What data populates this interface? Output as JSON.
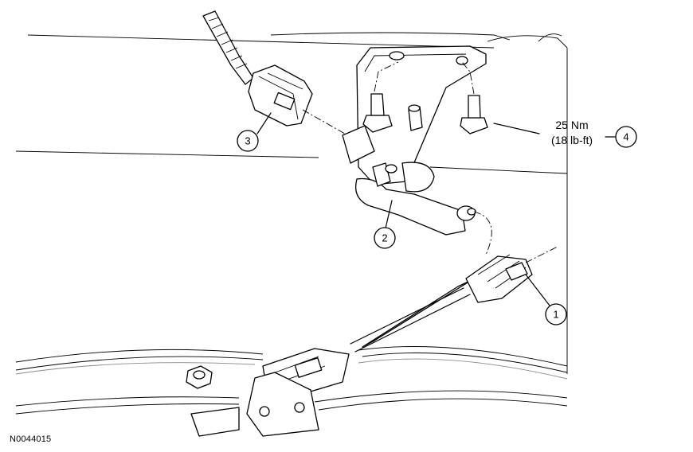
{
  "figure_id": "N0044015",
  "callouts": [
    {
      "number": "1"
    },
    {
      "number": "2"
    },
    {
      "number": "3"
    },
    {
      "number": "4"
    }
  ],
  "torque_spec": {
    "line1": "25 Nm",
    "line2": "(18 lb-ft)"
  }
}
